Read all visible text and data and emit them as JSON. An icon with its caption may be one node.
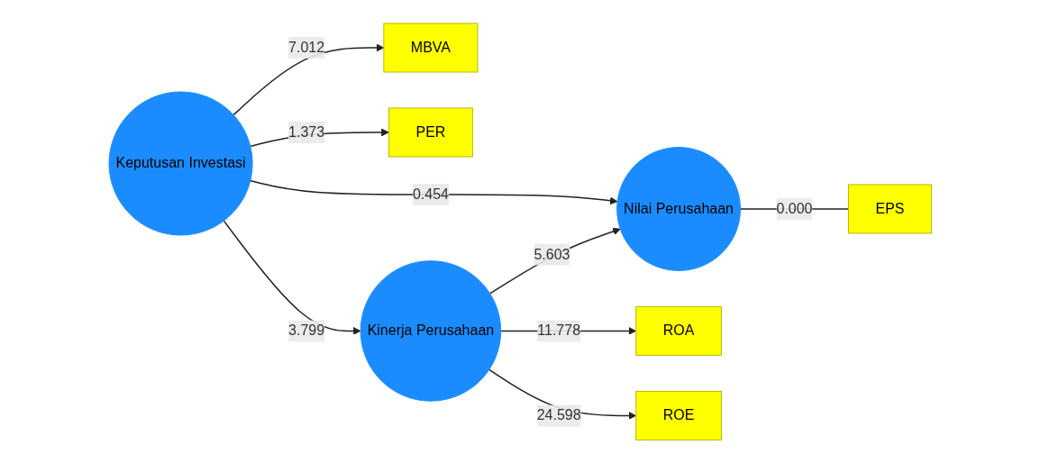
{
  "diagram": {
    "nodes": [
      {
        "text": [
          "MBVA"
        ]
      },
      {
        "text": [
          "PER"
        ]
      },
      {
        "text": [
          "Keputusan Investasi"
        ]
      },
      {
        "text": [
          "Nilai Perusahaan"
        ]
      },
      {
        "text": [
          "EPS"
        ]
      },
      {
        "text": [
          "Kinerja Perusahaan"
        ]
      },
      {
        "text": [
          "ROA"
        ]
      },
      {
        "text": [
          "ROE"
        ]
      }
    ],
    "edges": [
      {
        "from": 2,
        "to": 0,
        "arrow": "to",
        "label": "7.012"
      },
      {
        "from": 2,
        "to": 1,
        "arrow": "to",
        "label": "1.373"
      },
      {
        "from": 2,
        "to": 3,
        "arrow": "to",
        "label": "0.454"
      },
      {
        "from": 3,
        "to": 4,
        "arrow": "none",
        "label": "0.000"
      },
      {
        "from": 2,
        "to": 5,
        "arrow": "to",
        "label": "3.799"
      },
      {
        "from": 5,
        "to": 3,
        "arrow": "to",
        "label": "5.603"
      },
      {
        "from": 5,
        "to": 6,
        "arrow": "to",
        "label": "11.778"
      },
      {
        "from": 5,
        "to": 7,
        "arrow": "to",
        "label": "24.598"
      }
    ]
  }
}
